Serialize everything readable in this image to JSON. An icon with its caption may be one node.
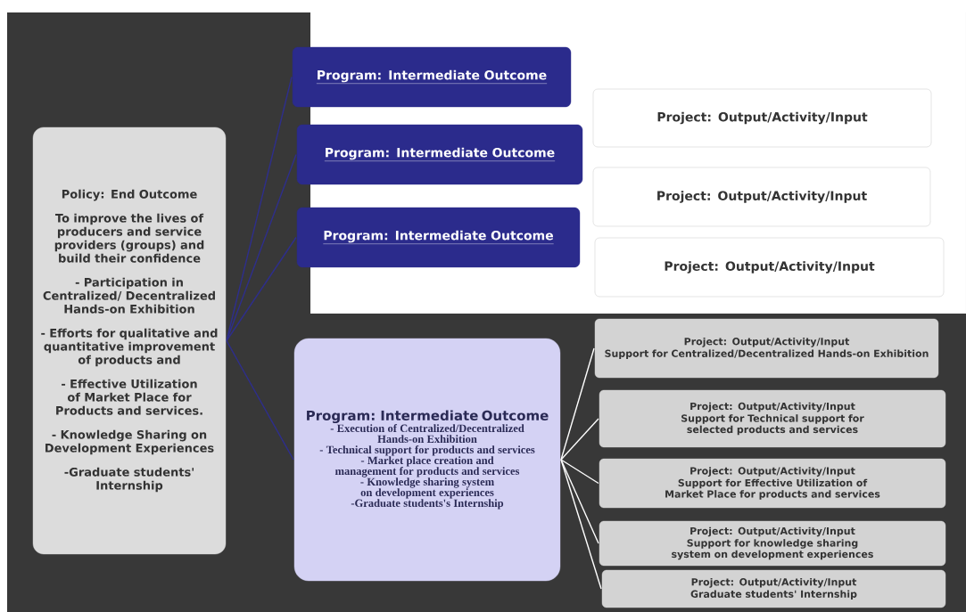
{
  "diagram": {
    "nodes": [
      {
        "text": [
          "Policy: End Outcome",
          "To improve the lives of producers and service providers (groups) and build their confidence",
          "- Participation in Centralized/ Decentralized Hands-on Exhibition",
          "- Efforts for qualitative and quantitative improvement of products and",
          "- Effective Utilization of Market Place for Products and services.",
          "- Knowledge Sharing on Development Experiences",
          "-Graduate students' Internship"
        ]
      },
      {
        "text": [
          "Program: Intermediate Outcome"
        ]
      },
      {
        "text": [
          "Program: Intermediate Outcome"
        ]
      },
      {
        "text": [
          "Program: Intermediate Outcome"
        ]
      },
      {
        "text": [
          "Project: Output/Activity/Input"
        ]
      },
      {
        "text": [
          "Project: Output/Activity/Input"
        ]
      },
      {
        "text": [
          "Project: Output/Activity/Input"
        ]
      },
      {
        "text": [
          "Program: Intermediate Outcome",
          "- Execution of Centralized/Decentralized Hands-on Exhibition",
          "- Technical support for products and services",
          "- Market place creation and management for products and services",
          "- Knowledge sharing system on development experiences",
          "-Graduate students's Internship"
        ]
      },
      {
        "text": [
          "Project: Output/Activity/Input",
          "Support for Centralized/Decentralized Hands-on Exhibition"
        ]
      },
      {
        "text": [
          "Project: Output/Activity/Input",
          "Support for Technical support for selected products and services"
        ]
      },
      {
        "text": [
          "Project: Output/Activity/Input",
          "Support for Effective Utilization of Market Place for products and services"
        ]
      },
      {
        "text": [
          "Project: Output/Activity/Input",
          "Support for knowledge sharing system on development experiences"
        ]
      },
      {
        "text": [
          "Project: Output/Activity/Input",
          "Graduate students' Internship"
        ]
      }
    ],
    "edges": [
      {
        "from": 0,
        "to": 1,
        "arrow": "none",
        "color": "#2e2e8c"
      },
      {
        "from": 0,
        "to": 2,
        "arrow": "none",
        "color": "#2e2e8c"
      },
      {
        "from": 0,
        "to": 3,
        "arrow": "none",
        "color": "#2e2e8c"
      },
      {
        "from": 0,
        "to": 7,
        "arrow": "none",
        "color": "#2e2e8c"
      },
      {
        "from": 7,
        "to": 8,
        "arrow": "none"
      },
      {
        "from": 7,
        "to": 9,
        "arrow": "none"
      },
      {
        "from": 7,
        "to": 10,
        "arrow": "none"
      },
      {
        "from": 7,
        "to": 11,
        "arrow": "none"
      },
      {
        "from": 7,
        "to": 12,
        "arrow": "none"
      }
    ]
  }
}
